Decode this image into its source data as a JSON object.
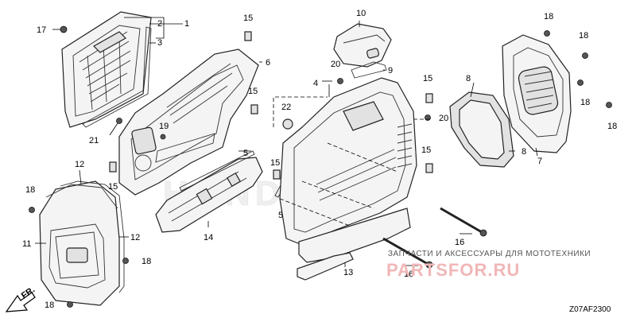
{
  "diagram": {
    "code": "Z07AF2300",
    "front_marker": "FR.",
    "callouts": [
      {
        "id": "c1",
        "text": "1"
      },
      {
        "id": "c2",
        "text": "2"
      },
      {
        "id": "c3",
        "text": "3"
      },
      {
        "id": "c4",
        "text": "4"
      },
      {
        "id": "c5a",
        "text": "5"
      },
      {
        "id": "c5b",
        "text": "5"
      },
      {
        "id": "c6",
        "text": "6"
      },
      {
        "id": "c7",
        "text": "7"
      },
      {
        "id": "c8a",
        "text": "8"
      },
      {
        "id": "c8b",
        "text": "8"
      },
      {
        "id": "c9",
        "text": "9"
      },
      {
        "id": "c10",
        "text": "10"
      },
      {
        "id": "c11",
        "text": "11"
      },
      {
        "id": "c12a",
        "text": "12"
      },
      {
        "id": "c12b",
        "text": "12"
      },
      {
        "id": "c13",
        "text": "13"
      },
      {
        "id": "c14",
        "text": "14"
      },
      {
        "id": "c15a",
        "text": "15"
      },
      {
        "id": "c15b",
        "text": "15"
      },
      {
        "id": "c15c",
        "text": "15"
      },
      {
        "id": "c15d",
        "text": "15"
      },
      {
        "id": "c15e",
        "text": "15"
      },
      {
        "id": "c15f",
        "text": "15"
      },
      {
        "id": "c16a",
        "text": "16"
      },
      {
        "id": "c16b",
        "text": "16"
      },
      {
        "id": "c17",
        "text": "17"
      },
      {
        "id": "c18a",
        "text": "18"
      },
      {
        "id": "c18b",
        "text": "18"
      },
      {
        "id": "c18c",
        "text": "18"
      },
      {
        "id": "c18d",
        "text": "18"
      },
      {
        "id": "c18e",
        "text": "18"
      },
      {
        "id": "c18f",
        "text": "18"
      },
      {
        "id": "c18g",
        "text": "18"
      },
      {
        "id": "c19",
        "text": "19"
      },
      {
        "id": "c20a",
        "text": "20"
      },
      {
        "id": "c20b",
        "text": "20"
      },
      {
        "id": "c21",
        "text": "21"
      },
      {
        "id": "c22",
        "text": "22"
      }
    ]
  },
  "watermark": {
    "caption": "ЗАПЧАСТИ И АКСЕССУАРЫ ДЛЯ МОТОТЕХНИКИ",
    "brand": "PARTSFOR.RU"
  },
  "colors": {
    "line": "#222222",
    "part_fill": "#f4f4f4",
    "watermark": "#f0b7b7"
  }
}
